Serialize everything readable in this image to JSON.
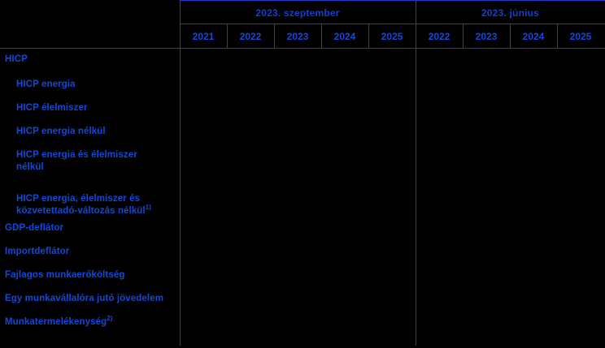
{
  "table": {
    "label_column_header": "",
    "groups": [
      {
        "name": "group-szeptember",
        "label": "2023. szeptember",
        "years": [
          "2021",
          "2022",
          "2023",
          "2024",
          "2025"
        ]
      },
      {
        "name": "group-junius",
        "label": "2023. június",
        "years": [
          "2022",
          "2023",
          "2024",
          "2025"
        ]
      }
    ],
    "rows": [
      {
        "name": "hicp",
        "label": "HICP",
        "indent": false,
        "sup": ""
      },
      {
        "name": "hicp-energia",
        "label": "HICP energia",
        "indent": true,
        "sup": ""
      },
      {
        "name": "hicp-elelmiszer",
        "label": "HICP élelmiszer",
        "indent": true,
        "sup": ""
      },
      {
        "name": "hicp-energia-nelkul",
        "label": "HICP energia nélkül",
        "indent": true,
        "sup": ""
      },
      {
        "name": "hicp-energia-es-elelmiszer-nelkul",
        "label": "HICP energia és élelmiszer\nnélkül",
        "indent": true,
        "sup": ""
      },
      {
        "name": "hicp-energia-elelmiszer-kozvetettado",
        "label": "HICP energia, élelmiszer és\nközvetettadó-változás nélkül",
        "indent": true,
        "sup": "1)"
      },
      {
        "name": "gdp-deflator",
        "label": "GDP-deflátor",
        "indent": false,
        "sup": ""
      },
      {
        "name": "importdeflator",
        "label": "Importdeflátor",
        "indent": false,
        "sup": ""
      },
      {
        "name": "fajlagos-munkaerokoltseg",
        "label": "Fajlagos munkaerőköltség",
        "indent": false,
        "sup": ""
      },
      {
        "name": "egy-munkavallalora-juto-jovedelem",
        "label": "Egy munkavállalóra jutó jövedelem",
        "indent": false,
        "sup": ""
      },
      {
        "name": "munkatermelekenyseg",
        "label": "Munkatermelékenység",
        "indent": false,
        "sup": "2)"
      }
    ],
    "values": [
      [
        "",
        "",
        "",
        "",
        "",
        "",
        "",
        "",
        ""
      ],
      [
        "",
        "",
        "",
        "",
        "",
        "",
        "",
        "",
        ""
      ],
      [
        "",
        "",
        "",
        "",
        "",
        "",
        "",
        "",
        ""
      ],
      [
        "",
        "",
        "",
        "",
        "",
        "",
        "",
        "",
        ""
      ],
      [
        "",
        "",
        "",
        "",
        "",
        "",
        "",
        "",
        ""
      ],
      [
        "",
        "",
        "",
        "",
        "",
        "",
        "",
        "",
        ""
      ],
      [
        "",
        "",
        "",
        "",
        "",
        "",
        "",
        "",
        ""
      ],
      [
        "",
        "",
        "",
        "",
        "",
        "",
        "",
        "",
        ""
      ],
      [
        "",
        "",
        "",
        "",
        "",
        "",
        "",
        "",
        ""
      ],
      [
        "",
        "",
        "",
        "",
        "",
        "",
        "",
        "",
        ""
      ],
      [
        "",
        "",
        "",
        "",
        "",
        "",
        "",
        "",
        ""
      ]
    ]
  },
  "colors": {
    "background": "#000000",
    "rule": "#1a3fc4",
    "text": "#1348d8"
  }
}
